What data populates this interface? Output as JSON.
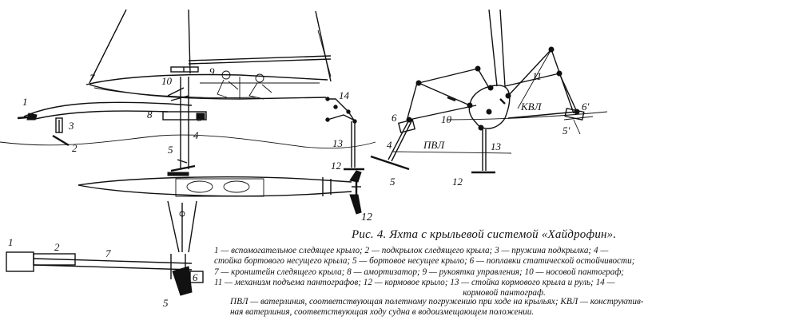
{
  "figure": {
    "caption_title": "Рис. 4. Яхта с крыльевой системой «Хайдрофин».",
    "legend_lines": [
      "1 — вспомогательное следящее крыло; 2 — подкрылок следящего крыла; 3 — пружина подкрылка; 4 —",
      "стойка бортового несущего крыла; 5 — бортовое несущее крыло; 6 — поплавки статической остойчивости;",
      "7 — кронштейн следящего крыла; 8 — амортизатор; 9 — рукоятка управления; 10 — носовой пантограф;",
      "11 — механизм подъема пантографов; 12 — кормовое крыло; 13 — стойка кормового крыла и руль; 14 —",
      "кормовой пантограф."
    ],
    "waterline_lines": [
      "ПВЛ — ватерлиния, соответствующая полетному погружению при ходе на крыльях; КВЛ — конструктив-",
      "ная ватерлиния, соответствующая ходу судна в водоизмещающем положении."
    ]
  },
  "side_view_labels": {
    "n1": "1",
    "n2": "2",
    "n3": "3",
    "n4": "4",
    "n5": "5",
    "n7": "7",
    "n8": "8",
    "n9": "9",
    "n10": "10",
    "n12": "12",
    "n13": "13",
    "n14": "14",
    "n6": "6"
  },
  "top_view_labels": {
    "n12": "12"
  },
  "plan_view_labels": {
    "n1": "1",
    "n2": "2",
    "n7": "7",
    "n5": "5",
    "n6": "6"
  },
  "front_view_labels": {
    "n6": "6",
    "n10": "10",
    "n11": "11",
    "n13": "13",
    "n12": "12",
    "n4": "4",
    "n5": "5",
    "n6p": "6'",
    "n5p": "5'",
    "pvl": "ПВЛ",
    "kvl": "КВЛ"
  }
}
